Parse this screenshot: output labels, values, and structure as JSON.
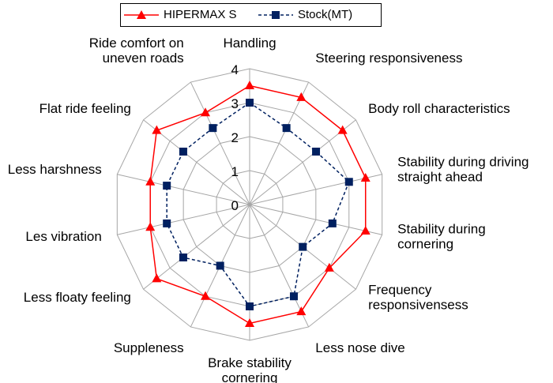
{
  "chart_data": {
    "type": "radar",
    "categories": [
      "Handling",
      "Steering responsiveness",
      "Body roll characteristics",
      "Stability during driving straight ahead",
      "Stability during cornering",
      "Frequency responsivensess",
      "Less nose dive",
      "Brake stability cornering",
      "Suppleness",
      "Less floaty feeling",
      "Les vibration",
      "Less harshness",
      "Flat ride feeling",
      "Ride comfort on uneven roads"
    ],
    "category_lines": [
      [
        "Handling"
      ],
      [
        "Steering responsiveness"
      ],
      [
        "Body roll characteristics"
      ],
      [
        "Stability during driving",
        "straight ahead"
      ],
      [
        "Stability during",
        "cornering"
      ],
      [
        "Frequency",
        "responsivensess"
      ],
      [
        "Less nose dive"
      ],
      [
        "Brake stability",
        "cornering"
      ],
      [
        "Suppleness"
      ],
      [
        "Less floaty feeling"
      ],
      [
        "Les vibration"
      ],
      [
        "Less harshness"
      ],
      [
        "Flat ride feeling"
      ],
      [
        "Ride comfort on",
        "uneven roads"
      ]
    ],
    "series": [
      {
        "name": "HIPERMAX S",
        "color": "#ff0000",
        "marker": "triangle",
        "line": "solid",
        "values": [
          3.5,
          3.5,
          3.5,
          3.5,
          3.5,
          3.0,
          3.5,
          3.5,
          3.0,
          3.5,
          3.0,
          3.0,
          3.5,
          3.0
        ]
      },
      {
        "name": "Stock(MT)",
        "color": "#002060",
        "marker": "square",
        "line": "dashed",
        "values": [
          3.0,
          2.5,
          2.5,
          3.0,
          2.5,
          2.0,
          3.0,
          3.0,
          2.0,
          2.5,
          2.5,
          2.5,
          2.5,
          2.5
        ]
      }
    ],
    "r_ticks": [
      "0",
      "1",
      "2",
      "3",
      "4"
    ],
    "r_range": [
      0,
      4
    ],
    "grid": true,
    "legend_position": "top"
  }
}
